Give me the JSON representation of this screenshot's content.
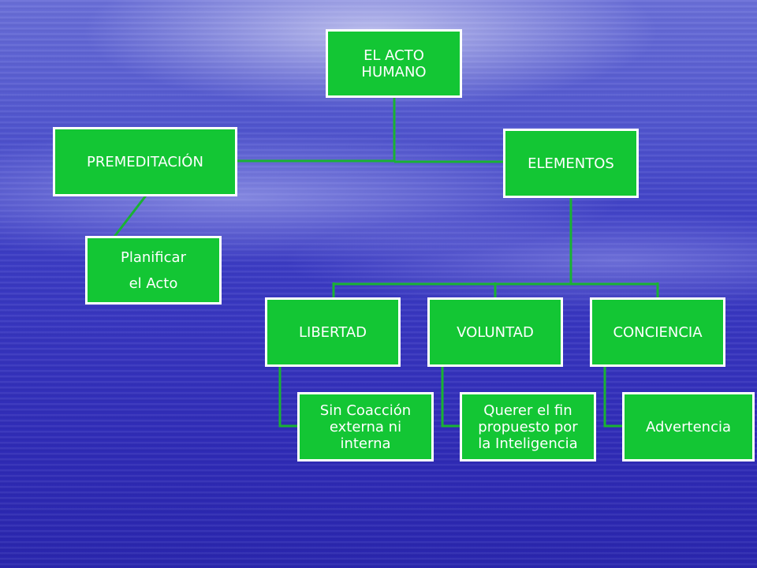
{
  "colors": {
    "node_fill": "#13c634",
    "node_border": "#ffffff",
    "connector": "#19b233",
    "text": "#ffffff"
  },
  "nodes": {
    "root": "EL ACTO\nHUMANO",
    "premeditacion": "PREMEDITACIÓN",
    "planificar": "Planificar\nel Acto",
    "elementos": "ELEMENTOS",
    "libertad": "LIBERTAD",
    "voluntad": "VOLUNTAD",
    "conciencia": "CONCIENCIA",
    "sin_coaccion": "Sin Coacción\nexterna ni\ninterna",
    "querer": "Querer el fin\npropuesto por\nla Inteligencia",
    "advertencia": "Advertencia"
  }
}
